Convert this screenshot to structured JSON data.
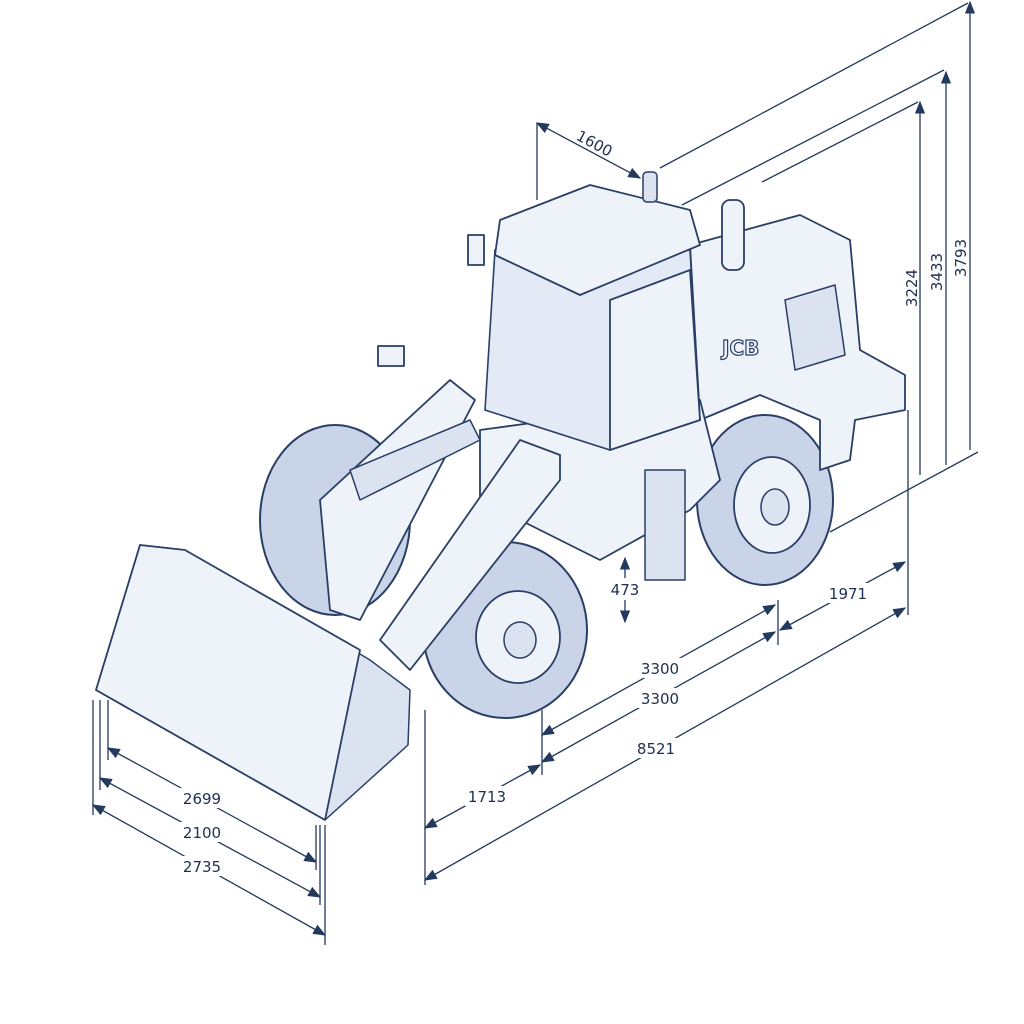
{
  "title": "Wheel loader dimension drawing",
  "brand_logo": "JCB",
  "colors": {
    "ink": "#24395e",
    "fill": "#dbe3f1"
  },
  "dimensions": {
    "cab_width": "1600",
    "height_cab": "3224",
    "height_exhaust": "3433",
    "height_beacon": "3793",
    "ground_clearance": "473",
    "rear_overhang": "1971",
    "wheelbase": "3300",
    "wheelbase_2": "3300",
    "overall_length": "8521",
    "front_overhang": "1713",
    "bucket_width": "2699",
    "track_width": "2100",
    "overall_width": "2735"
  }
}
